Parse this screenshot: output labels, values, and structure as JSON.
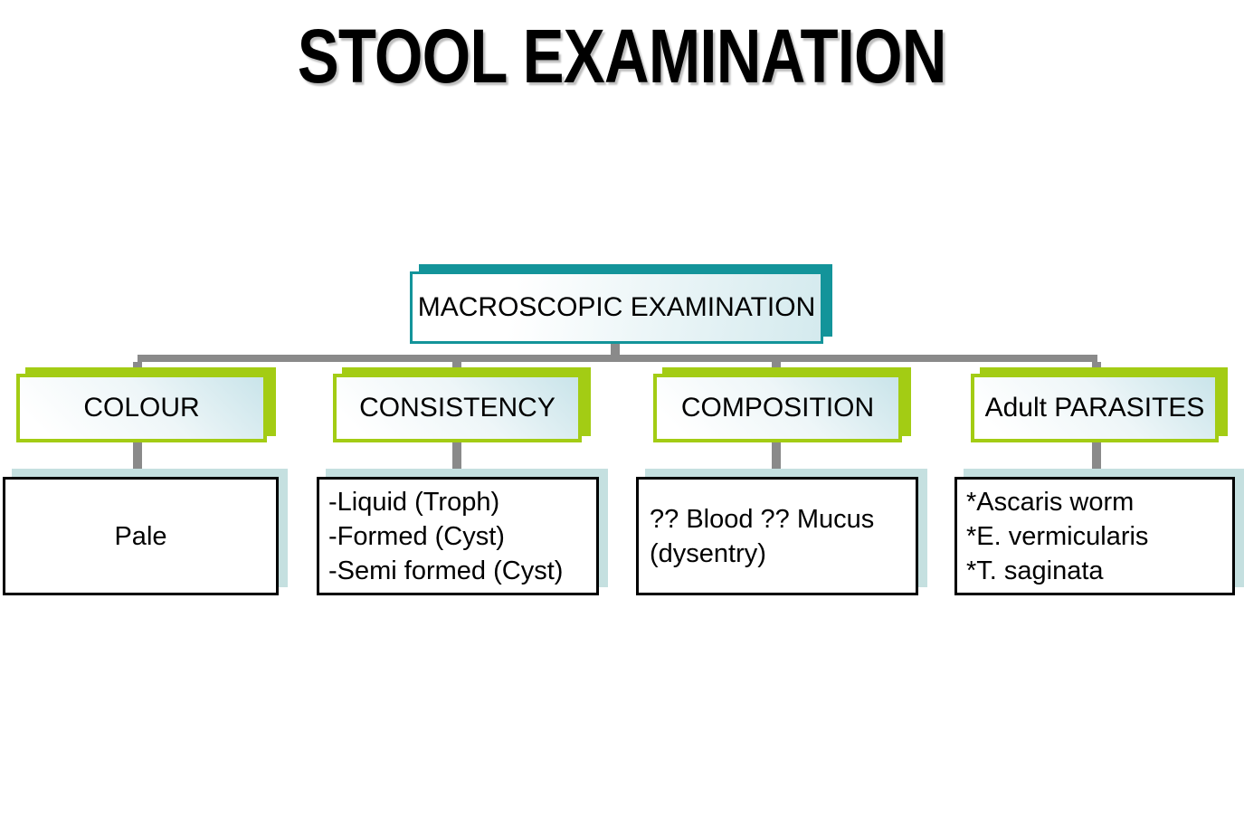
{
  "title": "STOOL EXAMINATION",
  "root": {
    "label": "MACROSCOPIC EXAMINATION"
  },
  "branches": [
    {
      "id": "colour",
      "label": "COLOUR",
      "detail_lines": [
        "Pale"
      ]
    },
    {
      "id": "consistency",
      "label": "CONSISTENCY",
      "detail_lines": [
        "-Liquid (Troph)",
        "-Formed (Cyst)",
        "-Semi formed (Cyst)"
      ]
    },
    {
      "id": "composition",
      "label": "COMPOSITION",
      "detail_lines": [
        "?? Blood ?? Mucus",
        "(dysentry)"
      ]
    },
    {
      "id": "parasites",
      "label": "Adult PARASITES",
      "detail_lines": [
        "*Ascaris worm",
        "*E. vermicularis",
        "*T. saginata"
      ]
    }
  ],
  "colors": {
    "root_accent": "#13949a",
    "category_accent": "#a3cc14",
    "detail_shadow": "#c5e0e0",
    "connector_gray": "#8a8a8a",
    "text": "#000000",
    "background": "#ffffff"
  }
}
